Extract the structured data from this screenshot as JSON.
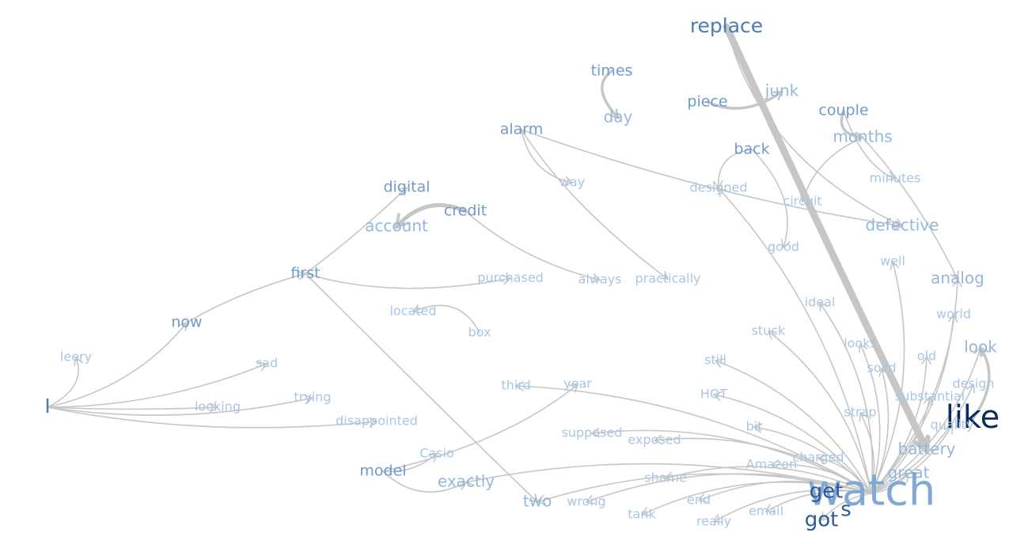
{
  "graph": {
    "nodes": [
      {
        "id": "replace",
        "label": "replace",
        "rank": 4
      },
      {
        "id": "times",
        "label": "times",
        "rank": 3
      },
      {
        "id": "day",
        "label": "day",
        "rank": 2
      },
      {
        "id": "piece",
        "label": "piece",
        "rank": 3
      },
      {
        "id": "junk",
        "label": "junk",
        "rank": 2
      },
      {
        "id": "couple",
        "label": "couple",
        "rank": 3
      },
      {
        "id": "months",
        "label": "months",
        "rank": 2
      },
      {
        "id": "alarm",
        "label": "alarm",
        "rank": 3
      },
      {
        "id": "back",
        "label": "back",
        "rank": 3
      },
      {
        "id": "way",
        "label": "way",
        "rank": 1
      },
      {
        "id": "designed",
        "label": "designed",
        "rank": 1
      },
      {
        "id": "minutes",
        "label": "minutes",
        "rank": 1
      },
      {
        "id": "digital",
        "label": "digital",
        "rank": 3
      },
      {
        "id": "credit",
        "label": "credit",
        "rank": 3
      },
      {
        "id": "account",
        "label": "account",
        "rank": 2
      },
      {
        "id": "circuit",
        "label": "circuit",
        "rank": 1
      },
      {
        "id": "defective",
        "label": "defective",
        "rank": 2
      },
      {
        "id": "good",
        "label": "good",
        "rank": 1
      },
      {
        "id": "well",
        "label": "well",
        "rank": 1
      },
      {
        "id": "first",
        "label": "first",
        "rank": 3
      },
      {
        "id": "purchased",
        "label": "purchased",
        "rank": 1
      },
      {
        "id": "always",
        "label": "always",
        "rank": 1
      },
      {
        "id": "practically",
        "label": "practically",
        "rank": 1
      },
      {
        "id": "analog",
        "label": "analog",
        "rank": 2
      },
      {
        "id": "ideal",
        "label": "ideal",
        "rank": 1
      },
      {
        "id": "located",
        "label": "located",
        "rank": 1
      },
      {
        "id": "now",
        "label": "now",
        "rank": 3
      },
      {
        "id": "world",
        "label": "world",
        "rank": 1
      },
      {
        "id": "box",
        "label": "box",
        "rank": 1
      },
      {
        "id": "stuck",
        "label": "stuck",
        "rank": 1
      },
      {
        "id": "look",
        "label": "look",
        "rank": 2
      },
      {
        "id": "looks",
        "label": "looks",
        "rank": 1
      },
      {
        "id": "leery",
        "label": "leery",
        "rank": 1
      },
      {
        "id": "old",
        "label": "old",
        "rank": 1
      },
      {
        "id": "still",
        "label": "still",
        "rank": 1
      },
      {
        "id": "sad",
        "label": "sad",
        "rank": 1
      },
      {
        "id": "solid",
        "label": "solid",
        "rank": 1
      },
      {
        "id": "third",
        "label": "third",
        "rank": 1
      },
      {
        "id": "year",
        "label": "year",
        "rank": 1
      },
      {
        "id": "design",
        "label": "design",
        "rank": 1
      },
      {
        "id": "HOT",
        "label": "HOT",
        "rank": 1
      },
      {
        "id": "trying",
        "label": "trying",
        "rank": 1
      },
      {
        "id": "substantial",
        "label": "substantial",
        "rank": 1
      },
      {
        "id": "I",
        "label": "I",
        "rank": 4
      },
      {
        "id": "looking",
        "label": "looking",
        "rank": 1
      },
      {
        "id": "strap",
        "label": "strap",
        "rank": 1
      },
      {
        "id": "like",
        "label": "like",
        "rank": 6
      },
      {
        "id": "disappointed",
        "label": "disappointed",
        "rank": 1
      },
      {
        "id": "bit",
        "label": "bit",
        "rank": 1
      },
      {
        "id": "quality",
        "label": "quality",
        "rank": 1
      },
      {
        "id": "supposed",
        "label": "supposed",
        "rank": 1
      },
      {
        "id": "exposed",
        "label": "exposed",
        "rank": 1
      },
      {
        "id": "battery",
        "label": "battery",
        "rank": 2
      },
      {
        "id": "Casio",
        "label": "Casio",
        "rank": 1
      },
      {
        "id": "charged",
        "label": "charged",
        "rank": 1
      },
      {
        "id": "Amazon",
        "label": "Amazon",
        "rank": 1
      },
      {
        "id": "model",
        "label": "model",
        "rank": 3
      },
      {
        "id": "great",
        "label": "great",
        "rank": 2
      },
      {
        "id": "exactly",
        "label": "exactly",
        "rank": 2
      },
      {
        "id": "shame",
        "label": "shame",
        "rank": 1
      },
      {
        "id": "watch",
        "label": "watch",
        "rank": 7
      },
      {
        "id": "get",
        "label": "get",
        "rank": 5
      },
      {
        "id": "two",
        "label": "two",
        "rank": 2
      },
      {
        "id": "wrong",
        "label": "wrong",
        "rank": 1
      },
      {
        "id": "end",
        "label": "end",
        "rank": 1
      },
      {
        "id": "tank",
        "label": "tank",
        "rank": 1
      },
      {
        "id": "email",
        "label": "email",
        "rank": 1
      },
      {
        "id": "s",
        "label": "s",
        "rank": 5
      },
      {
        "id": "really",
        "label": "really",
        "rank": 1
      },
      {
        "id": "got",
        "label": "got",
        "rank": 5
      }
    ],
    "edges": [
      {
        "from": "replace",
        "to": "battery",
        "weight": 7
      },
      {
        "from": "replace",
        "to": "defective",
        "weight": 1
      },
      {
        "from": "times",
        "to": "day",
        "weight": 2
      },
      {
        "from": "piece",
        "to": "junk",
        "weight": 2
      },
      {
        "from": "couple",
        "to": "months",
        "weight": 2
      },
      {
        "from": "couple",
        "to": "minutes",
        "weight": 1
      },
      {
        "from": "alarm",
        "to": "way",
        "weight": 1
      },
      {
        "from": "alarm",
        "to": "practically",
        "weight": 1
      },
      {
        "from": "alarm",
        "to": "defective",
        "weight": 1
      },
      {
        "from": "back",
        "to": "designed",
        "weight": 1
      },
      {
        "from": "credit",
        "to": "account",
        "weight": 3
      },
      {
        "from": "credit",
        "to": "always",
        "weight": 1
      },
      {
        "from": "months",
        "to": "circuit",
        "weight": 1
      },
      {
        "from": "months",
        "to": "analog",
        "weight": 1
      },
      {
        "from": "back",
        "to": "good",
        "weight": 1
      },
      {
        "from": "first",
        "to": "digital",
        "weight": 1
      },
      {
        "from": "first",
        "to": "purchased",
        "weight": 1
      },
      {
        "from": "first",
        "to": "two",
        "weight": 1
      },
      {
        "from": "now",
        "to": "first",
        "weight": 1
      },
      {
        "from": "box",
        "to": "located",
        "weight": 1
      },
      {
        "from": "like",
        "to": "look",
        "weight": 2
      },
      {
        "from": "I",
        "to": "leery",
        "weight": 1
      },
      {
        "from": "I",
        "to": "now",
        "weight": 1
      },
      {
        "from": "I",
        "to": "sad",
        "weight": 1
      },
      {
        "from": "I",
        "to": "trying",
        "weight": 1
      },
      {
        "from": "I",
        "to": "looking",
        "weight": 1
      },
      {
        "from": "I",
        "to": "disappointed",
        "weight": 1
      },
      {
        "from": "model",
        "to": "year",
        "weight": 1
      },
      {
        "from": "model",
        "to": "Casio",
        "weight": 1
      },
      {
        "from": "model",
        "to": "exactly",
        "weight": 1
      },
      {
        "from": "watch",
        "to": "well",
        "weight": 1
      },
      {
        "from": "watch",
        "to": "ideal",
        "weight": 1
      },
      {
        "from": "watch",
        "to": "stuck",
        "weight": 1
      },
      {
        "from": "watch",
        "to": "still",
        "weight": 1
      },
      {
        "from": "watch",
        "to": "HOT",
        "weight": 1
      },
      {
        "from": "watch",
        "to": "third",
        "weight": 1
      },
      {
        "from": "watch",
        "to": "supposed",
        "weight": 1
      },
      {
        "from": "watch",
        "to": "exposed",
        "weight": 1
      },
      {
        "from": "watch",
        "to": "bit",
        "weight": 1
      },
      {
        "from": "watch",
        "to": "charged",
        "weight": 1
      },
      {
        "from": "watch",
        "to": "Amazon",
        "weight": 1
      },
      {
        "from": "watch",
        "to": "exactly",
        "weight": 1
      },
      {
        "from": "watch",
        "to": "shame",
        "weight": 1
      },
      {
        "from": "watch",
        "to": "wrong",
        "weight": 1
      },
      {
        "from": "watch",
        "to": "end",
        "weight": 1
      },
      {
        "from": "watch",
        "to": "tank",
        "weight": 1
      },
      {
        "from": "watch",
        "to": "email",
        "weight": 1
      },
      {
        "from": "watch",
        "to": "really",
        "weight": 1
      },
      {
        "from": "watch",
        "to": "two",
        "weight": 1
      },
      {
        "from": "watch",
        "to": "looks",
        "weight": 1
      },
      {
        "from": "watch",
        "to": "solid",
        "weight": 1
      },
      {
        "from": "watch",
        "to": "strap",
        "weight": 1
      },
      {
        "from": "watch",
        "to": "old",
        "weight": 1
      },
      {
        "from": "watch",
        "to": "world",
        "weight": 1
      },
      {
        "from": "watch",
        "to": "design",
        "weight": 1
      },
      {
        "from": "watch",
        "to": "quality",
        "weight": 1
      },
      {
        "from": "watch",
        "to": "substantial",
        "weight": 1
      },
      {
        "from": "watch",
        "to": "great",
        "weight": 1
      },
      {
        "from": "watch",
        "to": "analog",
        "weight": 1
      },
      {
        "from": "watch",
        "to": "look",
        "weight": 1
      },
      {
        "from": "watch",
        "to": "designed",
        "weight": 1
      },
      {
        "from": "watch",
        "to": "got",
        "weight": 1
      }
    ],
    "palette": {
      "1": "#a8c6e4",
      "2": "#94b7dc",
      "3": "#6f9bcf",
      "4": "#4c7cb6",
      "5": "#2d5a97",
      "6": "#0e2b5f",
      "7": "#7fa8d4"
    },
    "edge_color": "#c6c6c6"
  }
}
